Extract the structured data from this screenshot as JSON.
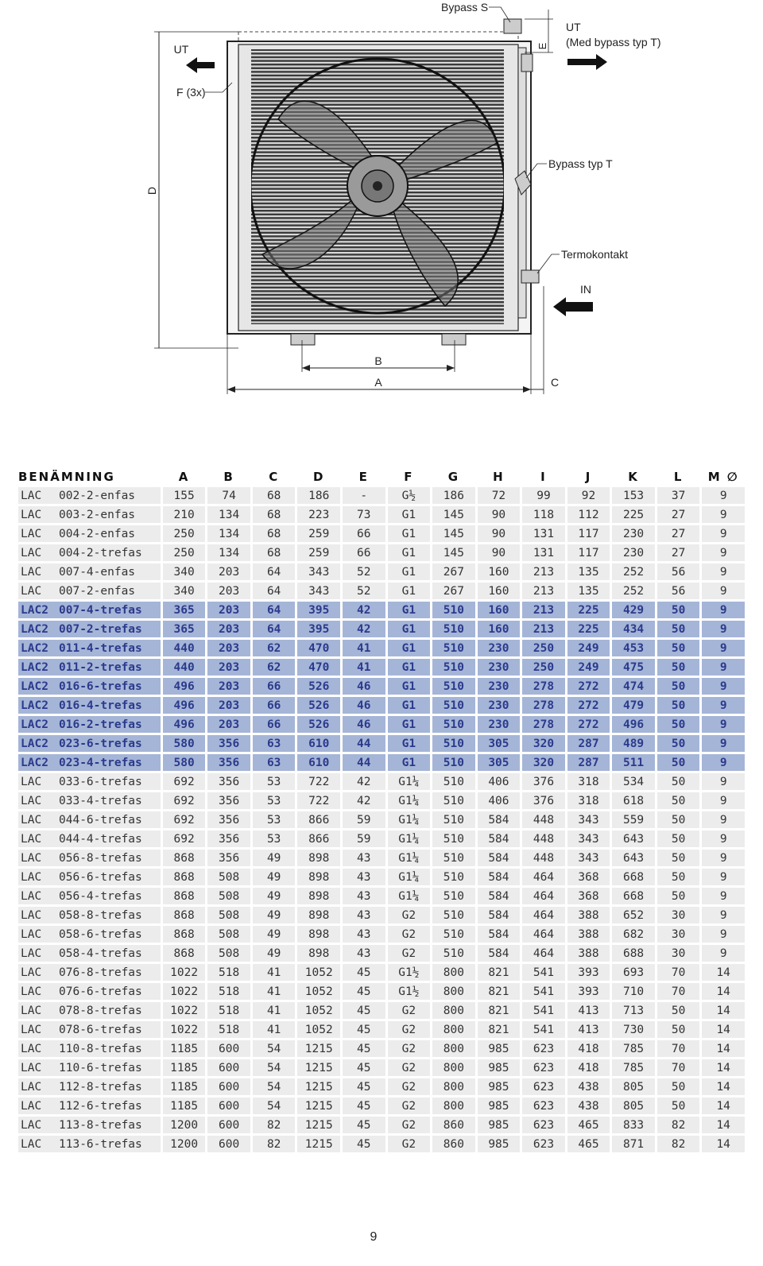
{
  "drawing": {
    "labels": {
      "bypass_s": "Bypass S",
      "ut_left": "UT",
      "ut_right": "UT",
      "ut_right_note": "(Med bypass typ T)",
      "e": "E",
      "f": "F (3x)",
      "d": "D",
      "bypass_t": "Bypass typ T",
      "termokontakt": "Termokontakt",
      "in": "IN",
      "b": "B",
      "a": "A",
      "c": "C"
    }
  },
  "table": {
    "headers": [
      "BENÄMNING",
      "A",
      "B",
      "C",
      "D",
      "E",
      "F",
      "G",
      "H",
      "I",
      "J",
      "K",
      "L",
      "M ∅"
    ],
    "highlight_color": "#a5b5d7",
    "rows": [
      {
        "series": "LAC",
        "model": "002-2-enfas",
        "A": "155",
        "B": "74",
        "C": "68",
        "D": "186",
        "E": "-",
        "F": "G½",
        "G": "186",
        "H": "72",
        "I": "99",
        "J": "92",
        "K": "153",
        "L": "37",
        "M": "9",
        "hl": false
      },
      {
        "series": "LAC",
        "model": "003-2-enfas",
        "A": "210",
        "B": "134",
        "C": "68",
        "D": "223",
        "E": "73",
        "F": "G1",
        "G": "145",
        "H": "90",
        "I": "118",
        "J": "112",
        "K": "225",
        "L": "27",
        "M": "9",
        "hl": false
      },
      {
        "series": "LAC",
        "model": "004-2-enfas",
        "A": "250",
        "B": "134",
        "C": "68",
        "D": "259",
        "E": "66",
        "F": "G1",
        "G": "145",
        "H": "90",
        "I": "131",
        "J": "117",
        "K": "230",
        "L": "27",
        "M": "9",
        "hl": false
      },
      {
        "series": "LAC",
        "model": "004-2-trefas",
        "A": "250",
        "B": "134",
        "C": "68",
        "D": "259",
        "E": "66",
        "F": "G1",
        "G": "145",
        "H": "90",
        "I": "131",
        "J": "117",
        "K": "230",
        "L": "27",
        "M": "9",
        "hl": false
      },
      {
        "series": "LAC",
        "model": "007-4-enfas",
        "A": "340",
        "B": "203",
        "C": "64",
        "D": "343",
        "E": "52",
        "F": "G1",
        "G": "267",
        "H": "160",
        "I": "213",
        "J": "135",
        "K": "252",
        "L": "56",
        "M": "9",
        "hl": false
      },
      {
        "series": "LAC",
        "model": "007-2-enfas",
        "A": "340",
        "B": "203",
        "C": "64",
        "D": "343",
        "E": "52",
        "F": "G1",
        "G": "267",
        "H": "160",
        "I": "213",
        "J": "135",
        "K": "252",
        "L": "56",
        "M": "9",
        "hl": false
      },
      {
        "series": "LAC2",
        "model": "007-4-trefas",
        "A": "365",
        "B": "203",
        "C": "64",
        "D": "395",
        "E": "42",
        "F": "G1",
        "G": "510",
        "H": "160",
        "I": "213",
        "J": "225",
        "K": "429",
        "L": "50",
        "M": "9",
        "hl": true
      },
      {
        "series": "LAC2",
        "model": "007-2-trefas",
        "A": "365",
        "B": "203",
        "C": "64",
        "D": "395",
        "E": "42",
        "F": "G1",
        "G": "510",
        "H": "160",
        "I": "213",
        "J": "225",
        "K": "434",
        "L": "50",
        "M": "9",
        "hl": true
      },
      {
        "series": "LAC2",
        "model": "011-4-trefas",
        "A": "440",
        "B": "203",
        "C": "62",
        "D": "470",
        "E": "41",
        "F": "G1",
        "G": "510",
        "H": "230",
        "I": "250",
        "J": "249",
        "K": "453",
        "L": "50",
        "M": "9",
        "hl": true
      },
      {
        "series": "LAC2",
        "model": "011-2-trefas",
        "A": "440",
        "B": "203",
        "C": "62",
        "D": "470",
        "E": "41",
        "F": "G1",
        "G": "510",
        "H": "230",
        "I": "250",
        "J": "249",
        "K": "475",
        "L": "50",
        "M": "9",
        "hl": true
      },
      {
        "series": "LAC2",
        "model": "016-6-trefas",
        "A": "496",
        "B": "203",
        "C": "66",
        "D": "526",
        "E": "46",
        "F": "G1",
        "G": "510",
        "H": "230",
        "I": "278",
        "J": "272",
        "K": "474",
        "L": "50",
        "M": "9",
        "hl": true
      },
      {
        "series": "LAC2",
        "model": "016-4-trefas",
        "A": "496",
        "B": "203",
        "C": "66",
        "D": "526",
        "E": "46",
        "F": "G1",
        "G": "510",
        "H": "230",
        "I": "278",
        "J": "272",
        "K": "479",
        "L": "50",
        "M": "9",
        "hl": true
      },
      {
        "series": "LAC2",
        "model": "016-2-trefas",
        "A": "496",
        "B": "203",
        "C": "66",
        "D": "526",
        "E": "46",
        "F": "G1",
        "G": "510",
        "H": "230",
        "I": "278",
        "J": "272",
        "K": "496",
        "L": "50",
        "M": "9",
        "hl": true
      },
      {
        "series": "LAC2",
        "model": "023-6-trefas",
        "A": "580",
        "B": "356",
        "C": "63",
        "D": "610",
        "E": "44",
        "F": "G1",
        "G": "510",
        "H": "305",
        "I": "320",
        "J": "287",
        "K": "489",
        "L": "50",
        "M": "9",
        "hl": true
      },
      {
        "series": "LAC2",
        "model": "023-4-trefas",
        "A": "580",
        "B": "356",
        "C": "63",
        "D": "610",
        "E": "44",
        "F": "G1",
        "G": "510",
        "H": "305",
        "I": "320",
        "J": "287",
        "K": "511",
        "L": "50",
        "M": "9",
        "hl": true
      },
      {
        "series": "LAC",
        "model": "033-6-trefas",
        "A": "692",
        "B": "356",
        "C": "53",
        "D": "722",
        "E": "42",
        "F": "G1¼",
        "G": "510",
        "H": "406",
        "I": "376",
        "J": "318",
        "K": "534",
        "L": "50",
        "M": "9",
        "hl": false
      },
      {
        "series": "LAC",
        "model": "033-4-trefas",
        "A": "692",
        "B": "356",
        "C": "53",
        "D": "722",
        "E": "42",
        "F": "G1¼",
        "G": "510",
        "H": "406",
        "I": "376",
        "J": "318",
        "K": "618",
        "L": "50",
        "M": "9",
        "hl": false
      },
      {
        "series": "LAC",
        "model": "044-6-trefas",
        "A": "692",
        "B": "356",
        "C": "53",
        "D": "866",
        "E": "59",
        "F": "G1¼",
        "G": "510",
        "H": "584",
        "I": "448",
        "J": "343",
        "K": "559",
        "L": "50",
        "M": "9",
        "hl": false
      },
      {
        "series": "LAC",
        "model": "044-4-trefas",
        "A": "692",
        "B": "356",
        "C": "53",
        "D": "866",
        "E": "59",
        "F": "G1¼",
        "G": "510",
        "H": "584",
        "I": "448",
        "J": "343",
        "K": "643",
        "L": "50",
        "M": "9",
        "hl": false
      },
      {
        "series": "LAC",
        "model": "056-8-trefas",
        "A": "868",
        "B": "356",
        "C": "49",
        "D": "898",
        "E": "43",
        "F": "G1¼",
        "G": "510",
        "H": "584",
        "I": "448",
        "J": "343",
        "K": "643",
        "L": "50",
        "M": "9",
        "hl": false
      },
      {
        "series": "LAC",
        "model": "056-6-trefas",
        "A": "868",
        "B": "508",
        "C": "49",
        "D": "898",
        "E": "43",
        "F": "G1¼",
        "G": "510",
        "H": "584",
        "I": "464",
        "J": "368",
        "K": "668",
        "L": "50",
        "M": "9",
        "hl": false
      },
      {
        "series": "LAC",
        "model": "056-4-trefas",
        "A": "868",
        "B": "508",
        "C": "49",
        "D": "898",
        "E": "43",
        "F": "G1¼",
        "G": "510",
        "H": "584",
        "I": "464",
        "J": "368",
        "K": "668",
        "L": "50",
        "M": "9",
        "hl": false
      },
      {
        "series": "LAC",
        "model": "058-8-trefas",
        "A": "868",
        "B": "508",
        "C": "49",
        "D": "898",
        "E": "43",
        "F": "G2",
        "G": "510",
        "H": "584",
        "I": "464",
        "J": "388",
        "K": "652",
        "L": "30",
        "M": "9",
        "hl": false
      },
      {
        "series": "LAC",
        "model": "058-6-trefas",
        "A": "868",
        "B": "508",
        "C": "49",
        "D": "898",
        "E": "43",
        "F": "G2",
        "G": "510",
        "H": "584",
        "I": "464",
        "J": "388",
        "K": "682",
        "L": "30",
        "M": "9",
        "hl": false
      },
      {
        "series": "LAC",
        "model": "058-4-trefas",
        "A": "868",
        "B": "508",
        "C": "49",
        "D": "898",
        "E": "43",
        "F": "G2",
        "G": "510",
        "H": "584",
        "I": "464",
        "J": "388",
        "K": "688",
        "L": "30",
        "M": "9",
        "hl": false
      },
      {
        "series": "LAC",
        "model": "076-8-trefas",
        "A": "1022",
        "B": "518",
        "C": "41",
        "D": "1052",
        "E": "45",
        "F": "G1½",
        "G": "800",
        "H": "821",
        "I": "541",
        "J": "393",
        "K": "693",
        "L": "70",
        "M": "14",
        "hl": false
      },
      {
        "series": "LAC",
        "model": "076-6-trefas",
        "A": "1022",
        "B": "518",
        "C": "41",
        "D": "1052",
        "E": "45",
        "F": "G1½",
        "G": "800",
        "H": "821",
        "I": "541",
        "J": "393",
        "K": "710",
        "L": "70",
        "M": "14",
        "hl": false
      },
      {
        "series": "LAC",
        "model": "078-8-trefas",
        "A": "1022",
        "B": "518",
        "C": "41",
        "D": "1052",
        "E": "45",
        "F": "G2",
        "G": "800",
        "H": "821",
        "I": "541",
        "J": "413",
        "K": "713",
        "L": "50",
        "M": "14",
        "hl": false
      },
      {
        "series": "LAC",
        "model": "078-6-trefas",
        "A": "1022",
        "B": "518",
        "C": "41",
        "D": "1052",
        "E": "45",
        "F": "G2",
        "G": "800",
        "H": "821",
        "I": "541",
        "J": "413",
        "K": "730",
        "L": "50",
        "M": "14",
        "hl": false
      },
      {
        "series": "LAC",
        "model": "110-8-trefas",
        "A": "1185",
        "B": "600",
        "C": "54",
        "D": "1215",
        "E": "45",
        "F": "G2",
        "G": "800",
        "H": "985",
        "I": "623",
        "J": "418",
        "K": "785",
        "L": "70",
        "M": "14",
        "hl": false
      },
      {
        "series": "LAC",
        "model": "110-6-trefas",
        "A": "1185",
        "B": "600",
        "C": "54",
        "D": "1215",
        "E": "45",
        "F": "G2",
        "G": "800",
        "H": "985",
        "I": "623",
        "J": "418",
        "K": "785",
        "L": "70",
        "M": "14",
        "hl": false
      },
      {
        "series": "LAC",
        "model": "112-8-trefas",
        "A": "1185",
        "B": "600",
        "C": "54",
        "D": "1215",
        "E": "45",
        "F": "G2",
        "G": "800",
        "H": "985",
        "I": "623",
        "J": "438",
        "K": "805",
        "L": "50",
        "M": "14",
        "hl": false
      },
      {
        "series": "LAC",
        "model": "112-6-trefas",
        "A": "1185",
        "B": "600",
        "C": "54",
        "D": "1215",
        "E": "45",
        "F": "G2",
        "G": "800",
        "H": "985",
        "I": "623",
        "J": "438",
        "K": "805",
        "L": "50",
        "M": "14",
        "hl": false
      },
      {
        "series": "LAC",
        "model": "113-8-trefas",
        "A": "1200",
        "B": "600",
        "C": "82",
        "D": "1215",
        "E": "45",
        "F": "G2",
        "G": "860",
        "H": "985",
        "I": "623",
        "J": "465",
        "K": "833",
        "L": "82",
        "M": "14",
        "hl": false
      },
      {
        "series": "LAC",
        "model": "113-6-trefas",
        "A": "1200",
        "B": "600",
        "C": "82",
        "D": "1215",
        "E": "45",
        "F": "G2",
        "G": "860",
        "H": "985",
        "I": "623",
        "J": "465",
        "K": "871",
        "L": "82",
        "M": "14",
        "hl": false
      }
    ]
  },
  "page_number": "9"
}
